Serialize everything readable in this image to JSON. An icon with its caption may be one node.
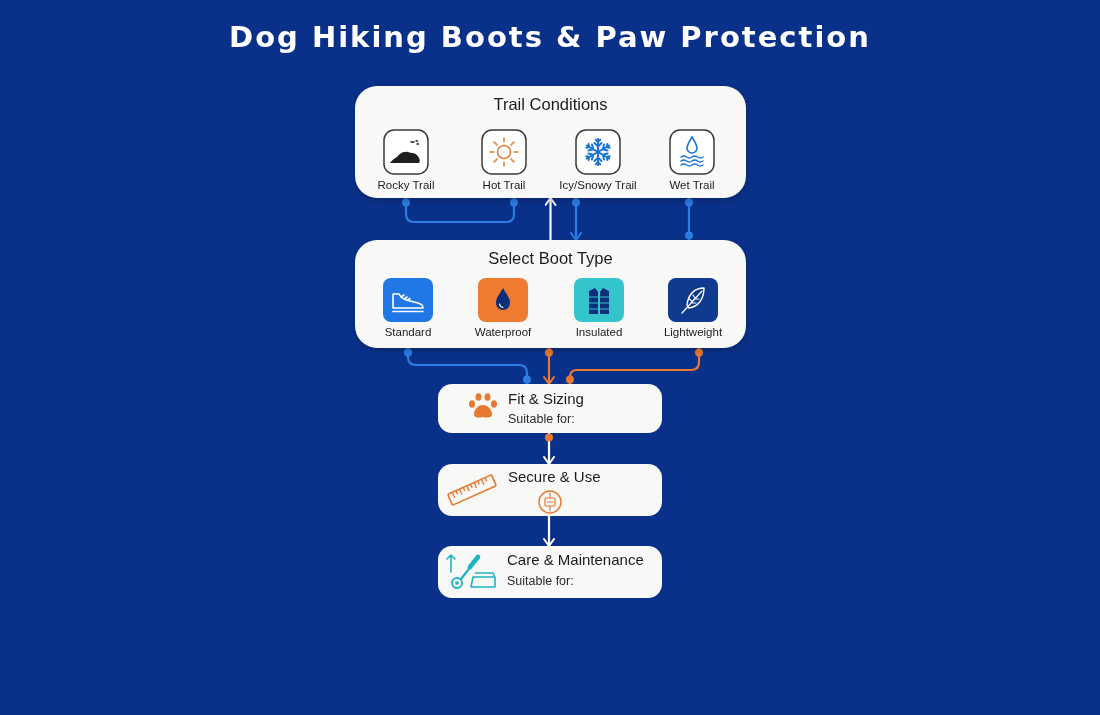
{
  "diagram": {
    "title": "Dog Hiking Boots & Paw Protection",
    "nodes": [
      {
        "text": [
          "Trail Conditions"
        ]
      },
      {
        "text": [
          "Rocky Trail"
        ],
        "in": 0
      },
      {
        "text": [
          "Hot Trail"
        ],
        "in": 0
      },
      {
        "text": [
          "Icy/Snowy Trail"
        ],
        "in": 0
      },
      {
        "text": [
          "Wet Trail"
        ],
        "in": 0
      },
      {
        "text": [
          "Select Boot Type"
        ]
      },
      {
        "text": [
          "Standard"
        ],
        "in": 5
      },
      {
        "text": [
          "Waterproof"
        ],
        "in": 5
      },
      {
        "text": [
          "Insulated"
        ],
        "in": 5
      },
      {
        "text": [
          "Lightweight"
        ],
        "in": 5
      },
      {
        "text": [
          "Fit & Sizing",
          "Suitable for:"
        ]
      },
      {
        "text": [
          "Secure & Use"
        ]
      },
      {
        "text": [
          "Care & Maintenance",
          "Suitable for:"
        ]
      }
    ],
    "edges": [
      {
        "from": 1,
        "to": 2,
        "arrow": "other"
      },
      {
        "from": 5,
        "to": 0,
        "arrow": "to",
        "color": "#ffffff"
      },
      {
        "from": 3,
        "to": 5,
        "arrow": "to"
      },
      {
        "from": 4,
        "to": 5,
        "arrow": "other"
      },
      {
        "from": 6,
        "to": 10,
        "arrow": "other"
      },
      {
        "from": 5,
        "to": 10,
        "arrow": "to",
        "color": "#e8792f"
      },
      {
        "from": 9,
        "to": 10,
        "arrow": "other",
        "color": "#e8792f"
      },
      {
        "from": 10,
        "to": 11,
        "arrow": "to",
        "color": "#ffffff"
      },
      {
        "from": 11,
        "to": 12,
        "arrow": "to",
        "color": "#ffffff"
      }
    ]
  }
}
